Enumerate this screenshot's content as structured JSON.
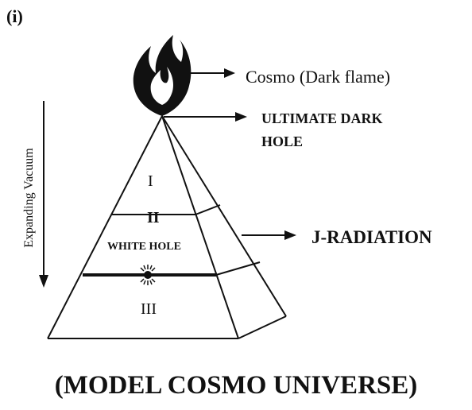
{
  "panel_label": "(i)",
  "labels": {
    "flame": "Cosmo (Dark flame)",
    "ultimate_dark_hole_line1": "ULTIMATE DARK",
    "ultimate_dark_hole_line2": "HOLE",
    "j_radiation": "J-RADIATION",
    "white_hole": "WHITE HOLE",
    "expanding_vacuum": "Expanding Vacuum"
  },
  "regions": [
    "I",
    "II",
    "III"
  ],
  "caption": "(MODEL COSMO UNIVERSE)",
  "colors": {
    "ink": "#111111",
    "background": "#ffffff"
  },
  "icons": [
    "flame-icon",
    "radiating-star-icon",
    "arrow-icon"
  ]
}
